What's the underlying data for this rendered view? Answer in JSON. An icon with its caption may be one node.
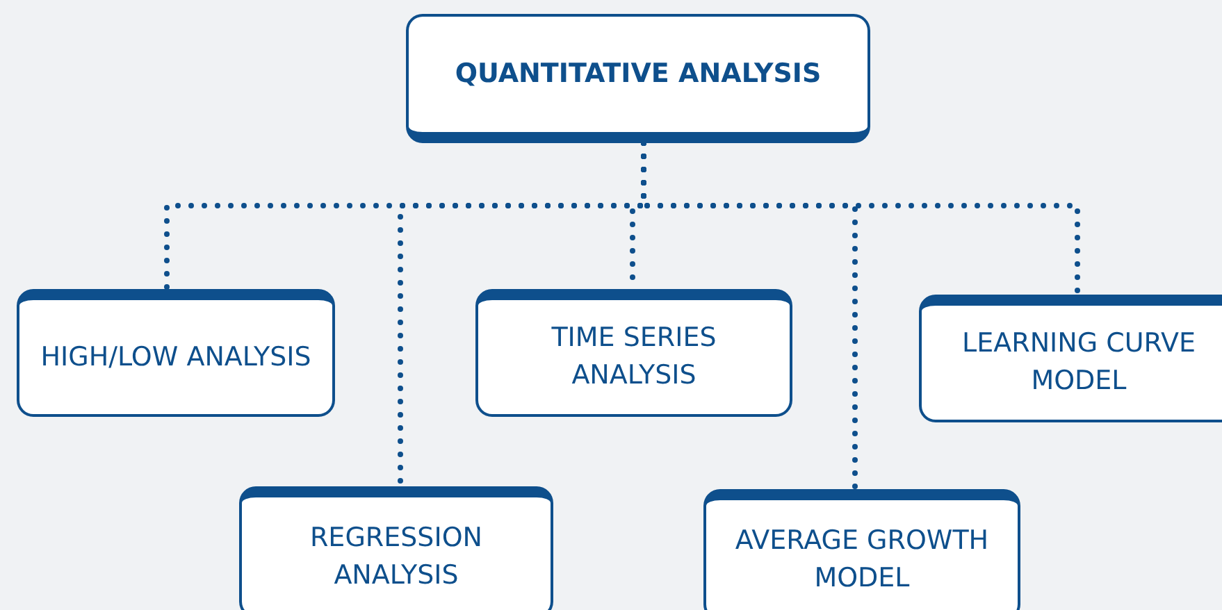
{
  "diagram": {
    "nodes": [
      {
        "text": [
          "QUANTITATIVE ANALYSIS"
        ]
      },
      {
        "text": [
          "HIGH/LOW ANALYSIS"
        ]
      },
      {
        "text": [
          "REGRESSION ANALYSIS"
        ]
      },
      {
        "text": [
          "TIME SERIES ANALYSIS"
        ]
      },
      {
        "text": [
          "AVERAGE GROWTH MODEL"
        ]
      },
      {
        "text": [
          "LEARNING CURVE MODEL"
        ]
      }
    ],
    "edges": [
      {
        "from": 0,
        "to": 1,
        "arrow": "none"
      },
      {
        "from": 0,
        "to": 2,
        "arrow": "none"
      },
      {
        "from": 0,
        "to": 3,
        "arrow": "none"
      },
      {
        "from": 0,
        "to": 4,
        "arrow": "none"
      },
      {
        "from": 0,
        "to": 5,
        "arrow": "none"
      }
    ]
  }
}
